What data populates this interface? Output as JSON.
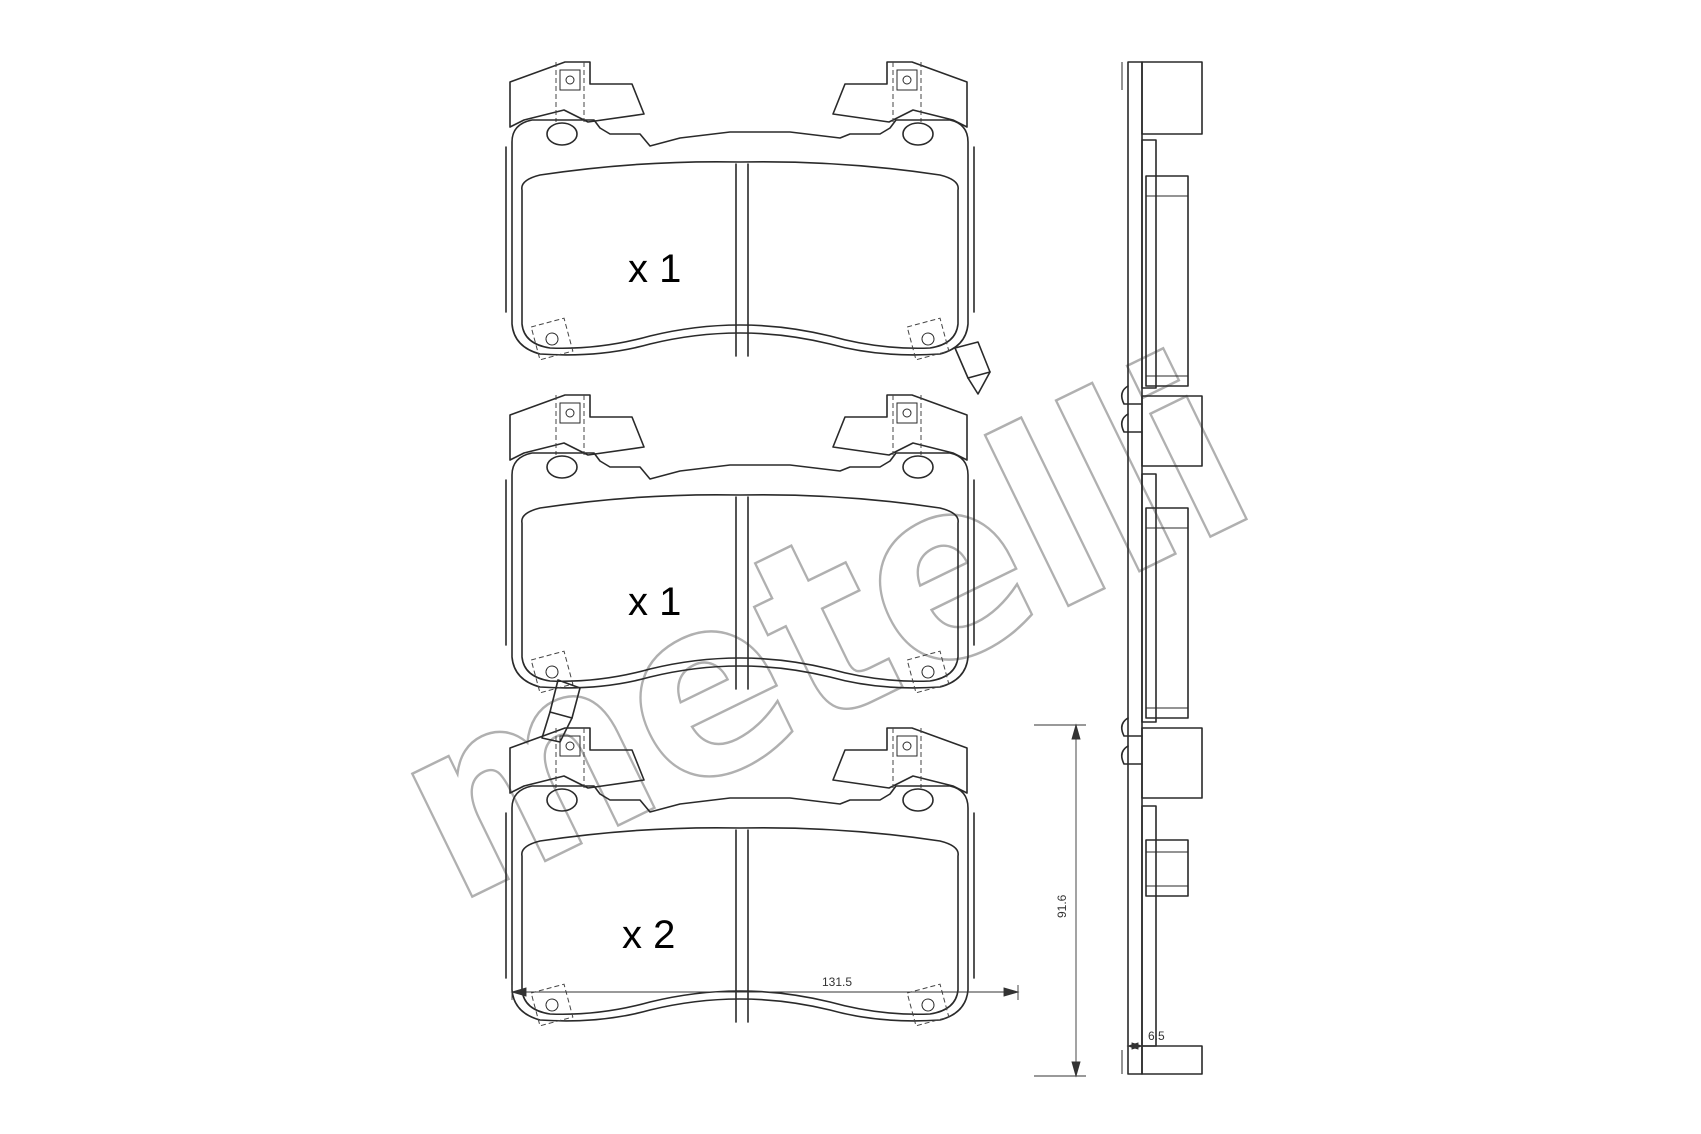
{
  "watermark": {
    "brand_text": "metelli"
  },
  "pads": [
    {
      "quantity_label": "x 1"
    },
    {
      "quantity_label": "x 1"
    },
    {
      "quantity_label": "x 2"
    }
  ],
  "dimensions": {
    "width": "131.5",
    "height": "91.6",
    "thickness": "6.5"
  },
  "colors": {
    "line": "#2a2a2a",
    "watermark": "#b0b0b0",
    "background": "#ffffff"
  }
}
